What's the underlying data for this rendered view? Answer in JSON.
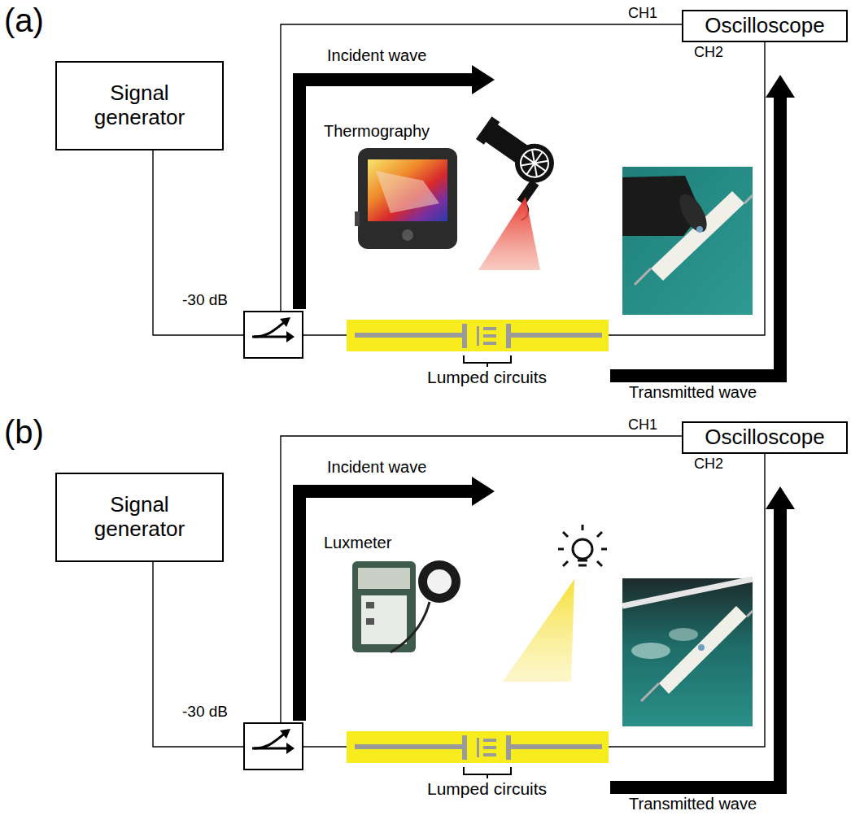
{
  "diagram": {
    "nodes": [
      {
        "text": [
          "Signal generator"
        ]
      },
      {
        "text": [
          "Oscilloscope"
        ]
      },
      {
        "text": [
          "Signal generator"
        ]
      },
      {
        "text": [
          "Oscilloscope"
        ]
      }
    ],
    "labels": [
      "(a)",
      "CH1",
      "Incident wave",
      "CH2",
      "Thermography",
      "-30 dB",
      "Lumped circuits",
      "Transmitted wave",
      "(b)",
      "CH1",
      "Incident wave",
      "CH2",
      "Luxmeter",
      "-30 dB",
      "Lumped circuits",
      "Transmitted wave"
    ]
  }
}
